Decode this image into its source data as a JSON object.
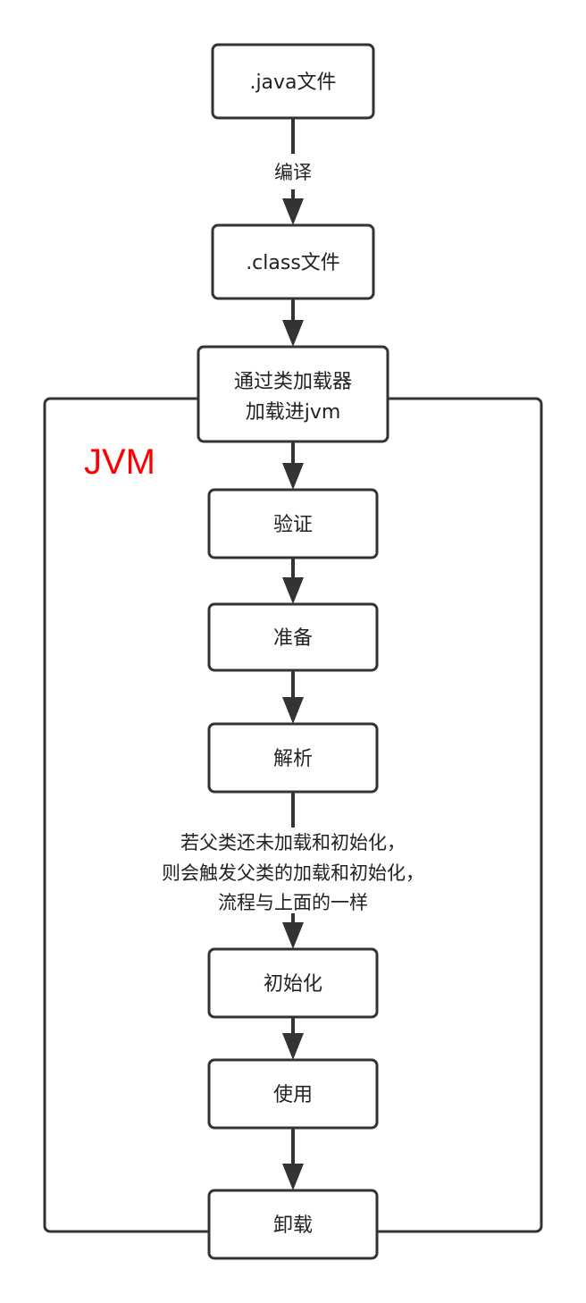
{
  "diagram": {
    "region_label": "JVM",
    "nodes": {
      "java_file": ".java文件",
      "class_file": ".class文件",
      "class_loader_line1": "通过类加载器",
      "class_loader_line2": "加载进jvm",
      "verify": "验证",
      "prepare": "准备",
      "resolve": "解析",
      "initialize": "初始化",
      "use": "使用",
      "unload": "卸载"
    },
    "edge_labels": {
      "compile": "编译",
      "parent_note_line1": "若父类还未加载和初始化，",
      "parent_note_line2": "则会触发父类的加载和初始化，",
      "parent_note_line3": "流程与上面的一样"
    },
    "colors": {
      "stroke": "#333333",
      "jvm_label": "#ff0000",
      "background": "#ffffff"
    }
  }
}
